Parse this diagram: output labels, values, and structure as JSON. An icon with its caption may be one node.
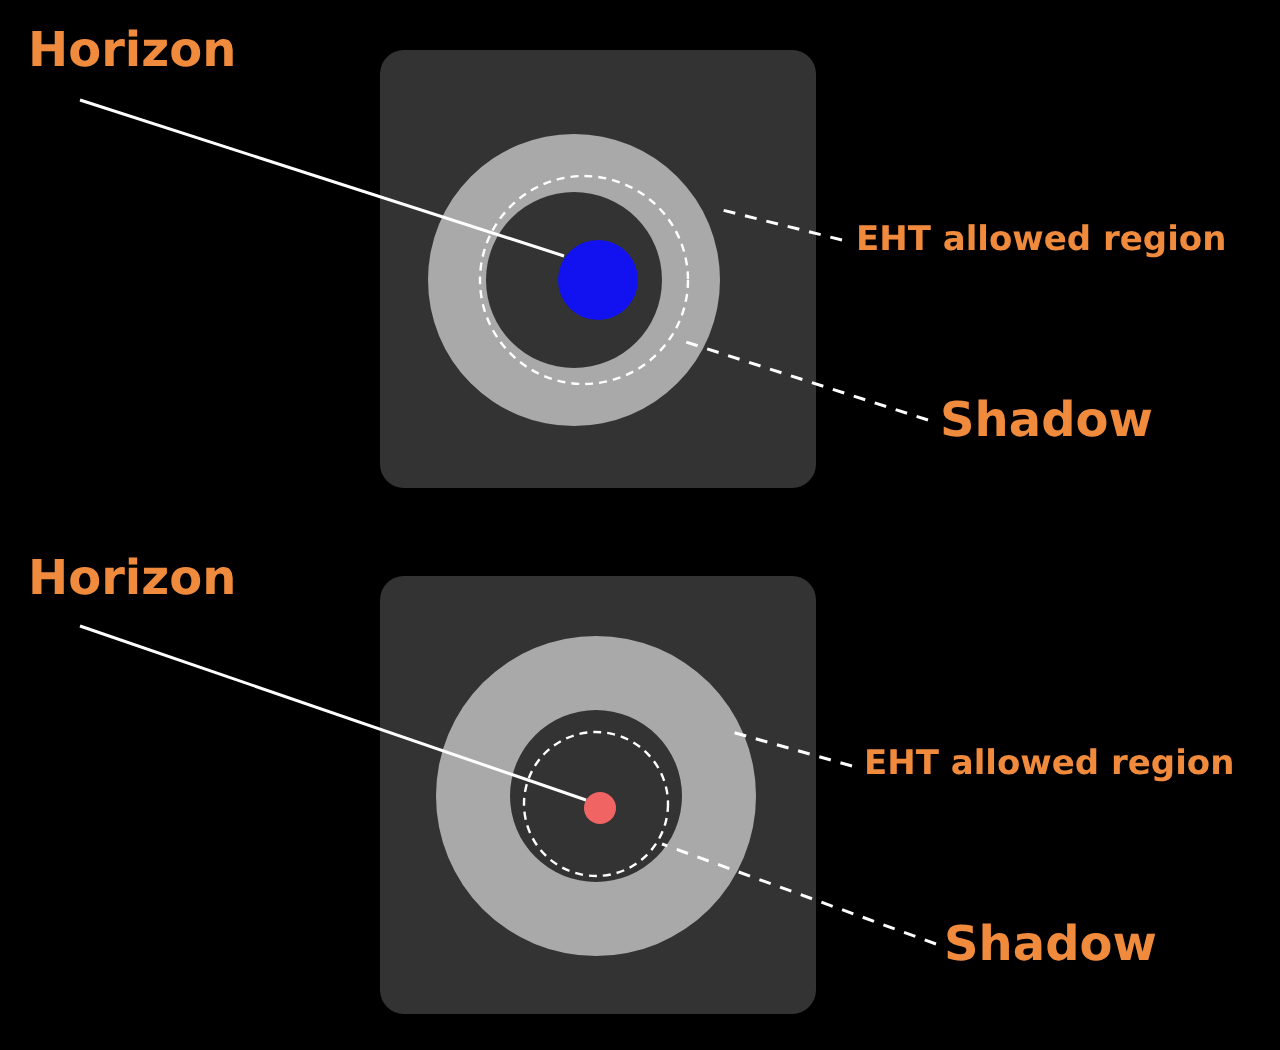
{
  "diagram": {
    "nodes": [
      {
        "text": [
          "Horizon"
        ]
      },
      {
        "text": [],
        "shape": "circle"
      },
      {
        "text": [],
        "shape": "circle",
        "in": 1
      },
      {
        "text": [],
        "shape": "circle",
        "in": 2
      },
      {
        "text": [
          "EHT allowed region"
        ]
      },
      {
        "text": [
          "Shadow"
        ]
      },
      {
        "text": [
          "Horizon"
        ]
      },
      {
        "text": [],
        "shape": "circle"
      },
      {
        "text": [],
        "shape": "circle",
        "in": 7
      },
      {
        "text": [],
        "shape": "circle",
        "in": 8
      },
      {
        "text": [
          "EHT allowed region"
        ]
      },
      {
        "text": [
          "Shadow"
        ]
      }
    ],
    "edges": [
      {
        "from": 0,
        "to": 3,
        "arrow": "none"
      },
      {
        "from": 4,
        "to": 1,
        "arrow": "none",
        "style": "dashed"
      },
      {
        "from": 5,
        "to": 2,
        "arrow": "none",
        "style": "dashed"
      },
      {
        "from": 6,
        "to": 9,
        "arrow": "none"
      },
      {
        "from": 10,
        "to": 7,
        "arrow": "none",
        "style": "dashed"
      },
      {
        "from": 11,
        "to": 8,
        "arrow": "none",
        "style": "dashed"
      }
    ]
  }
}
